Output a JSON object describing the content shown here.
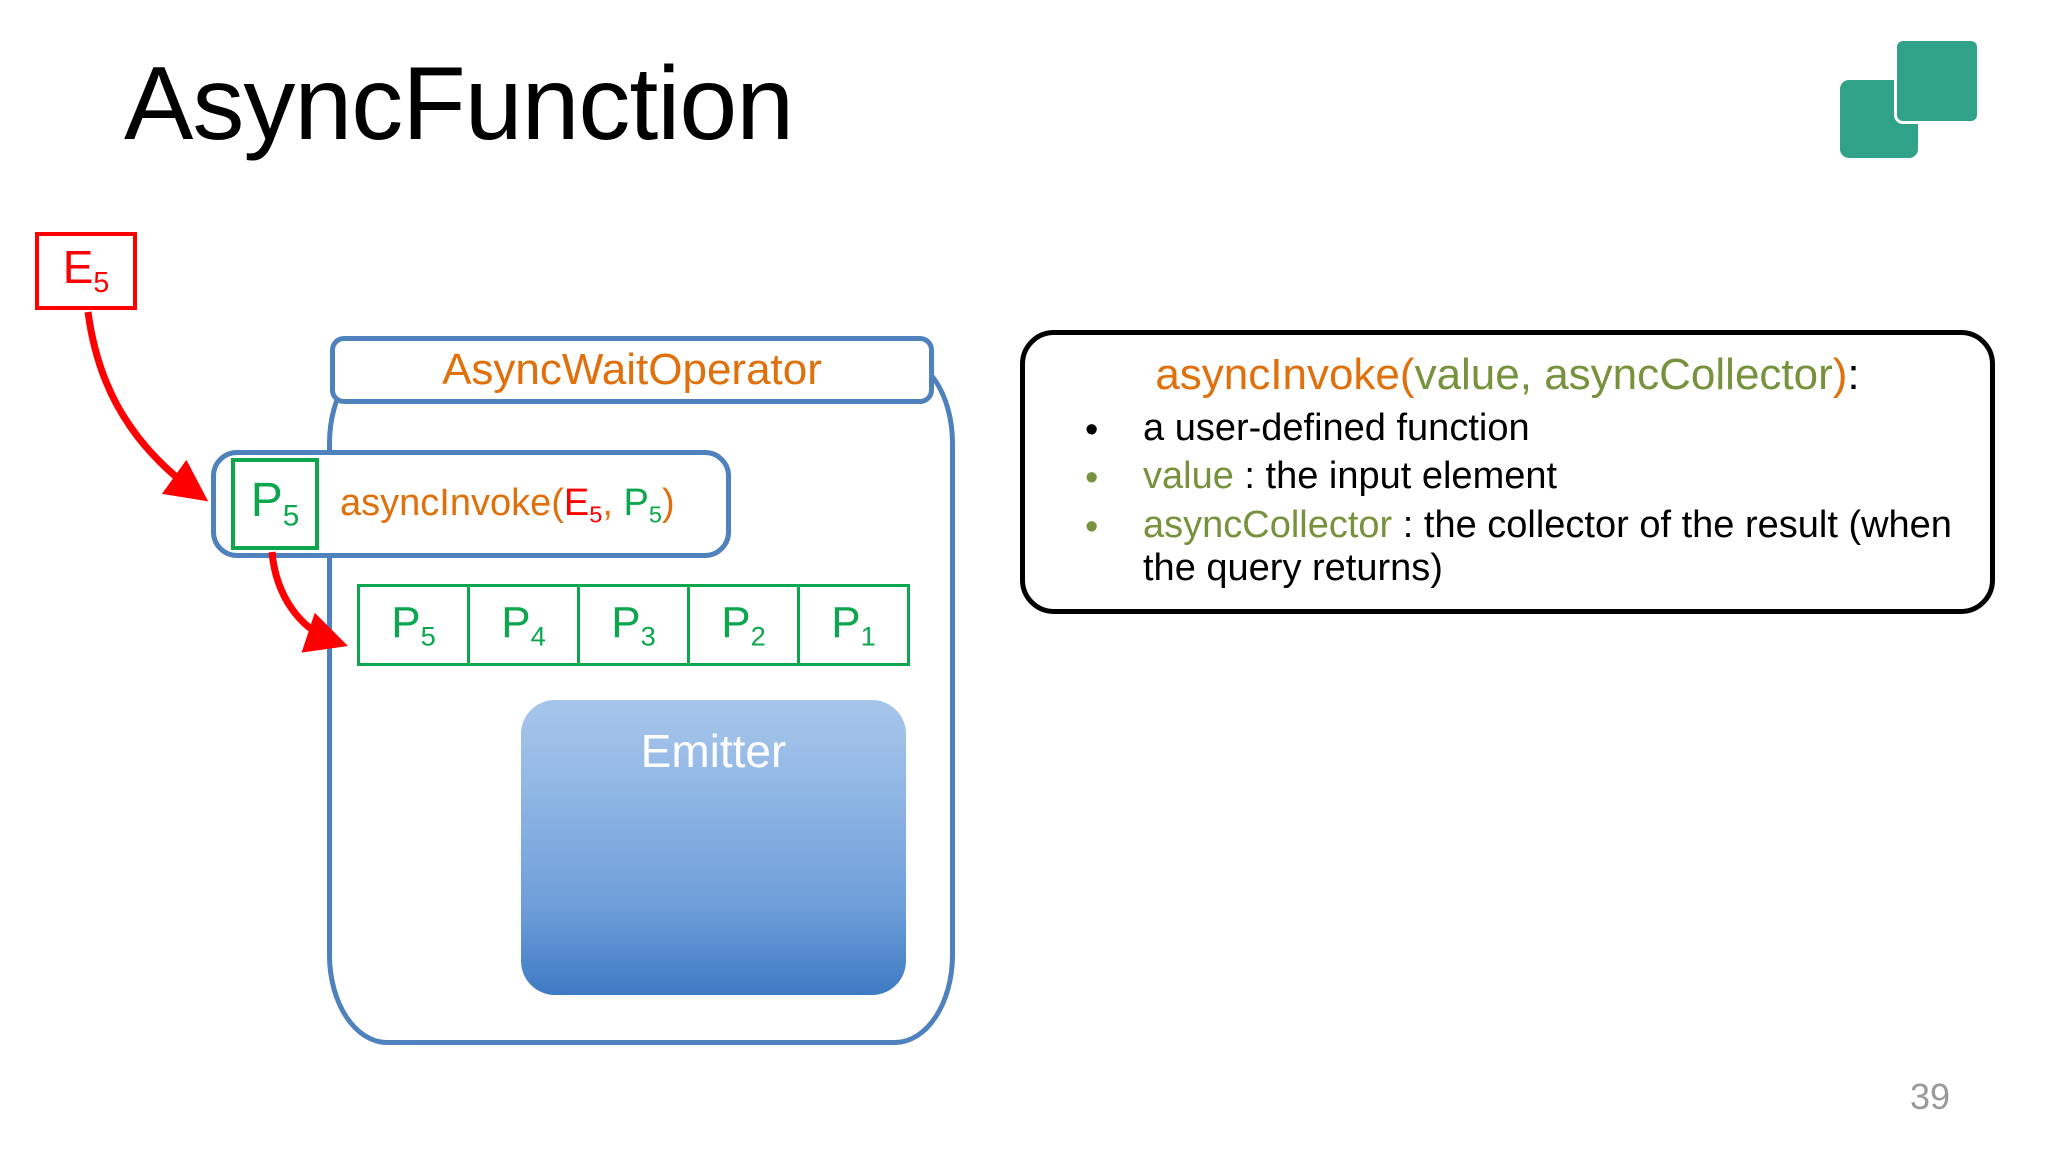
{
  "slide": {
    "title": "AsyncFunction",
    "page_number": "39",
    "background_color": "#ffffff"
  },
  "logo": {
    "name": "two-squares-logo",
    "color": "#30A287"
  },
  "colors": {
    "orange": "#E0700C",
    "green": "#0CA64E",
    "red": "#FF0000",
    "blue": "#4F81BD",
    "olive": "#77923C",
    "black": "#000000",
    "page_number_gray": "#999999"
  },
  "diagram": {
    "input_element": {
      "label": "E",
      "subscript": "5",
      "border_color": "#FF0000"
    },
    "operator": {
      "title": "AsyncWaitOperator",
      "title_color": "#E0700C",
      "border_color": "#4F81BD"
    },
    "invoke_row": {
      "slot": {
        "label": "P",
        "subscript": "5"
      },
      "expression": {
        "fn_open": "asyncInvoke(",
        "arg1": "E",
        "arg1_sub": "5",
        "separator": ", ",
        "arg2": "P",
        "arg2_sub": "5",
        "fn_close": ")"
      }
    },
    "queue": {
      "name": "promise-queue",
      "cells": [
        {
          "label": "P",
          "subscript": "5"
        },
        {
          "label": "P",
          "subscript": "4"
        },
        {
          "label": "P",
          "subscript": "3"
        },
        {
          "label": "P",
          "subscript": "2"
        },
        {
          "label": "P",
          "subscript": "1"
        }
      ]
    },
    "emitter": {
      "label": "Emitter",
      "text_color": "#ffffff"
    },
    "arrows": [
      {
        "name": "arrow-e5-to-invoke-slot",
        "color": "#FF0000"
      },
      {
        "name": "arrow-invoke-slot-to-queue",
        "color": "#FF0000"
      }
    ]
  },
  "callout": {
    "heading": {
      "fn_open": "asyncInvoke(",
      "param1": "value",
      "separator": ", ",
      "param2": "asyncCollector",
      "fn_close": ")",
      "colon": ":"
    },
    "items": [
      {
        "bullet_color": "black",
        "term": "",
        "text": "a user-defined function"
      },
      {
        "bullet_color": "olive",
        "term": "value",
        "text": " : the input element"
      },
      {
        "bullet_color": "olive",
        "term": "asyncCollector",
        "text": " : the collector of the result (when the query returns)"
      }
    ]
  }
}
